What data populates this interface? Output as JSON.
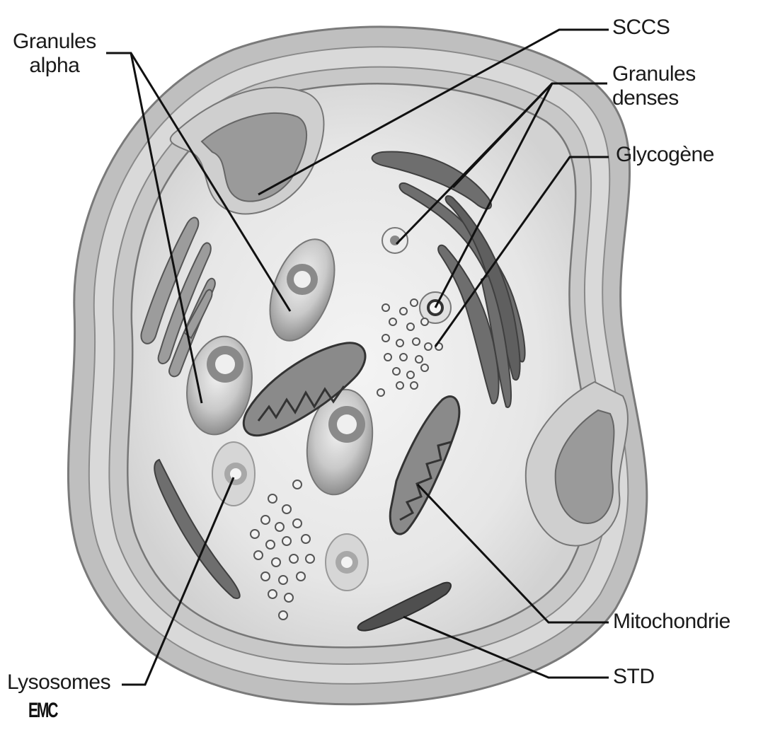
{
  "labels": {
    "granules_alpha": [
      "Granules",
      "alpha"
    ],
    "sccs": "SCCS",
    "granules_denses": [
      "Granules",
      "denses"
    ],
    "glycogene": "Glycogène",
    "lysosomes": "Lysosomes",
    "mitochondrie": "Mitochondrie",
    "std": "STD"
  },
  "logo": "EMC"
}
